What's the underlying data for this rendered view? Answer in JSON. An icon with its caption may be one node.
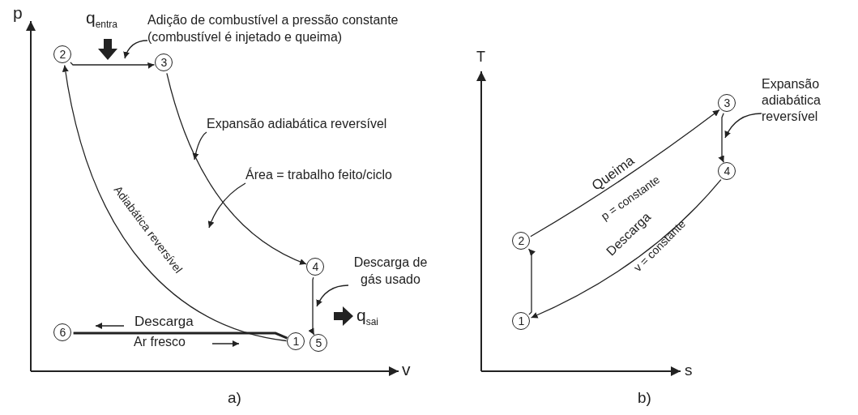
{
  "diagram": {
    "nodes": [
      {
        "text": [
          "2"
        ]
      },
      {
        "text": [
          "3"
        ]
      },
      {
        "text": [
          "4"
        ]
      },
      {
        "text": [
          "6"
        ]
      },
      {
        "text": [
          "1"
        ]
      },
      {
        "text": [
          "5"
        ]
      },
      {
        "text": [
          "2"
        ]
      },
      {
        "text": [
          "3"
        ]
      },
      {
        "text": [
          "4"
        ]
      },
      {
        "text": [
          "1"
        ]
      },
      {
        "text": [
          "Adição de combustível a pressão constante (combustível é injetado e queima)"
        ]
      },
      {
        "text": [
          "Expansão adiabática reversível"
        ]
      },
      {
        "text": [
          "Área = trabalho feito/ciclo"
        ]
      },
      {
        "text": [
          "Descarga de gás usado"
        ]
      },
      {
        "text": [
          "Expansão adiabática reversível"
        ]
      }
    ],
    "edges": [
      {
        "from": 0,
        "to": 1,
        "arrow": "to"
      },
      {
        "from": 1,
        "to": 2,
        "arrow": "to"
      },
      {
        "from": 2,
        "to": 5,
        "arrow": "to"
      },
      {
        "from": 4,
        "to": 0,
        "arrow": "to",
        "label": "Adiabática reversível"
      },
      {
        "from": 3,
        "to": 4,
        "arrow": "none",
        "style": "thick"
      },
      {
        "from": 9,
        "to": 6,
        "arrow": "to"
      },
      {
        "from": 6,
        "to": 7,
        "arrow": "to",
        "label": "Queima"
      },
      {
        "from": 7,
        "to": 8,
        "arrow": "to"
      },
      {
        "from": 8,
        "to": 9,
        "arrow": "to",
        "label": "Descarga"
      },
      {
        "from": 10,
        "to": null,
        "arrow": "to"
      },
      {
        "from": 11,
        "to": null,
        "arrow": "to"
      },
      {
        "from": 12,
        "to": null,
        "arrow": "to"
      },
      {
        "from": 13,
        "to": null,
        "arrow": "to"
      },
      {
        "from": 14,
        "to": null,
        "arrow": "to"
      }
    ],
    "labels": [
      "p",
      "q$_{entra}$",
      "Descarga",
      "Ar fresco",
      "q$_{sai}$",
      "v",
      "a)",
      "T",
      "s",
      "p = constante",
      "v = constante",
      "b)"
    ]
  }
}
